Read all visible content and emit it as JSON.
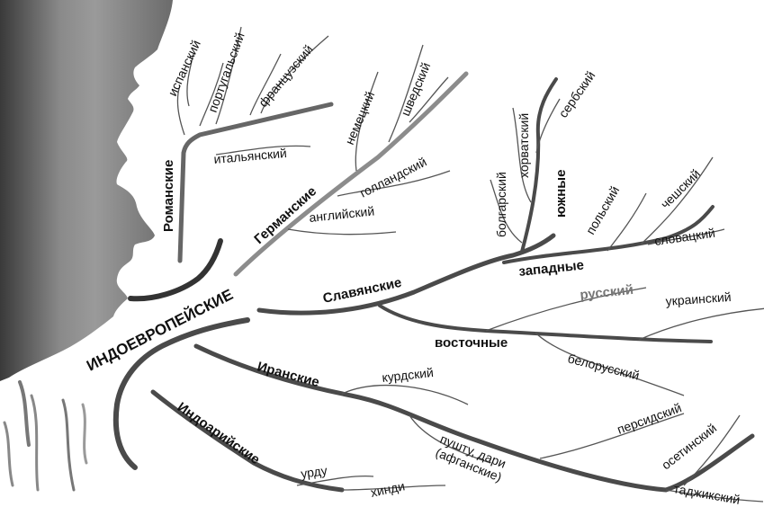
{
  "root_label": "ИНДОЕВРОПЕЙСКИЕ",
  "groups": {
    "romance": {
      "label": "Романские",
      "languages": [
        "испанский",
        "португальский",
        "французский",
        "итальянский"
      ]
    },
    "germanic": {
      "label": "Германские",
      "languages": [
        "немецкий",
        "шведский",
        "голландский",
        "английский"
      ]
    },
    "slavic": {
      "label": "Славянские",
      "subgroups": {
        "south": {
          "label": "южные",
          "languages": [
            "болгарский",
            "хорватский",
            "сербский"
          ]
        },
        "west": {
          "label": "западные",
          "languages": [
            "польский",
            "чешский",
            "словацкий"
          ]
        },
        "east": {
          "label": "восточные",
          "languages": [
            "русский",
            "украинский",
            "белорусский"
          ]
        }
      }
    },
    "iranian": {
      "label": "Иранские",
      "languages": [
        "курдский",
        "персидский",
        "пушту, дари",
        "(афганские)",
        "осетинский",
        "таджикский"
      ]
    },
    "indo_aryan": {
      "label": "Индоарийские",
      "languages": [
        "урду",
        "хинди"
      ]
    }
  },
  "colors": {
    "trunk": "#4a4a4a",
    "romance_branch": "#666666",
    "germanic_branch": "#8c8c8c",
    "twig": "#555555",
    "silhouette": "#6b6b6b",
    "highlight": "#777777"
  }
}
